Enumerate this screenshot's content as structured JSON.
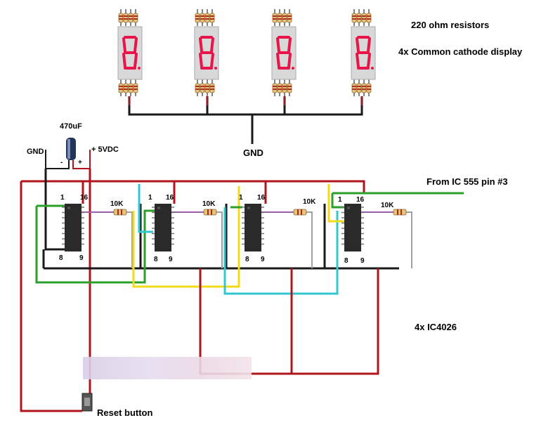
{
  "labels": {
    "resistors": "220 ohm resistors",
    "display": "4x Common cathode display",
    "gnd_top": "GND",
    "capacitor": "470uF",
    "gnd_left": "GND",
    "vdc": "+ 5VDC",
    "cap_minus": "-",
    "cap_plus": "+",
    "from_ic555": "From IC 555 pin #3",
    "ic_count": "4x IC4026",
    "reset": "Reset button"
  },
  "ics": [
    {
      "resistor": "10K",
      "pin_tl": "1",
      "pin_tr": "16",
      "pin_bl": "8",
      "pin_br": "9"
    },
    {
      "resistor": "10K",
      "pin_tl": "1",
      "pin_tr": "16",
      "pin_bl": "8",
      "pin_br": "9"
    },
    {
      "resistor": "10K",
      "pin_tl": "1",
      "pin_tr": "16",
      "pin_bl": "8",
      "pin_br": "9"
    },
    {
      "resistor": "10K",
      "pin_tl": "1",
      "pin_tr": "16",
      "pin_bl": "8",
      "pin_br": "9"
    }
  ],
  "display_digit": "8",
  "colors": {
    "red_wire": "#b0141c",
    "black_wire": "#1a1a1a",
    "green_wire": "#2aa02a",
    "yellow_wire": "#f2dc1a",
    "cyan_wire": "#30c8d0",
    "purple_wire": "#9a5fa8",
    "gray_wire": "#a0a0a0",
    "segment": "#e8144a",
    "display_body": "#d8d8d8",
    "chip": "#2a2a2a"
  }
}
